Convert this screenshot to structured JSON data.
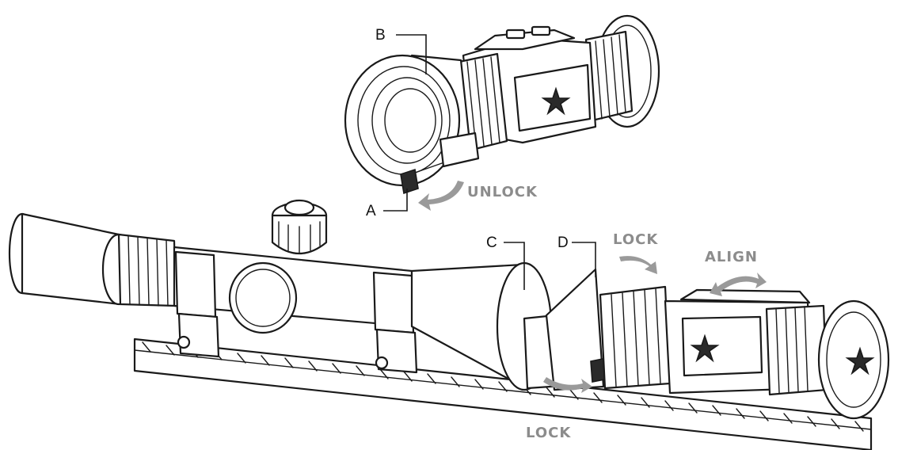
{
  "callouts": {
    "a": "A",
    "b": "B",
    "c": "C",
    "d": "D"
  },
  "actions": {
    "unlock": "UNLOCK",
    "lock_top": "LOCK",
    "align": "ALIGN",
    "lock_bottom": "LOCK"
  },
  "colors": {
    "ink": "#1a1a1a",
    "action_label": "#8c8c8c",
    "arrow": "#9a9a9a",
    "background": "#ffffff"
  },
  "icons": {
    "logo": "star-logo-icon"
  }
}
